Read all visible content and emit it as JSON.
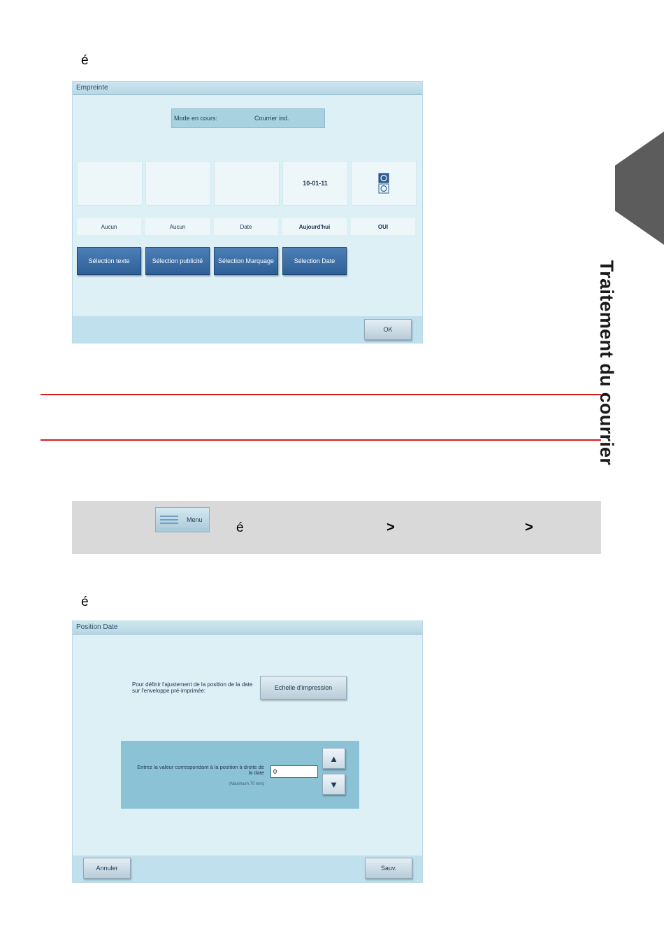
{
  "page": {
    "glyph_top": "é",
    "glyph_mid": "é",
    "glyph_lower": "é",
    "chevron_1": ">",
    "chevron_2": ">",
    "side_title": "Traitement du courrier",
    "menu_button_label": "Menu"
  },
  "empreinte": {
    "title": "Empreinte",
    "mode_label": "Mode en cours:",
    "mode_value": "Courrier ind.",
    "cards": [
      "",
      "",
      "",
      "10-01-11",
      ""
    ],
    "labels": [
      "Aucun",
      "Aucun",
      "Date",
      "Aujourd'hui",
      "OUI"
    ],
    "buttons": [
      "Sélection texte",
      "Sélection publicité",
      "Sélection Marquage",
      "Sélection Date"
    ],
    "ok_label": "OK"
  },
  "position_date": {
    "title": "Position Date",
    "instruction": "Pour définir l'ajustement de la position de la date sur l'enveloppe pré-imprimée:",
    "scale_button": "Echelle d'impression",
    "input_label": "Entrez la valeur correspondant à la position à droite de la date",
    "input_hint": "(Maximum 70 mm)",
    "input_value": "0",
    "cancel_label": "Annuler",
    "save_label": "Sauv."
  },
  "colors": {
    "accent_blue": "#2f5f98",
    "screen_bg": "#dcf0f6",
    "divider_red": "#d91b1b",
    "side_tab": "#5c5c5c"
  }
}
